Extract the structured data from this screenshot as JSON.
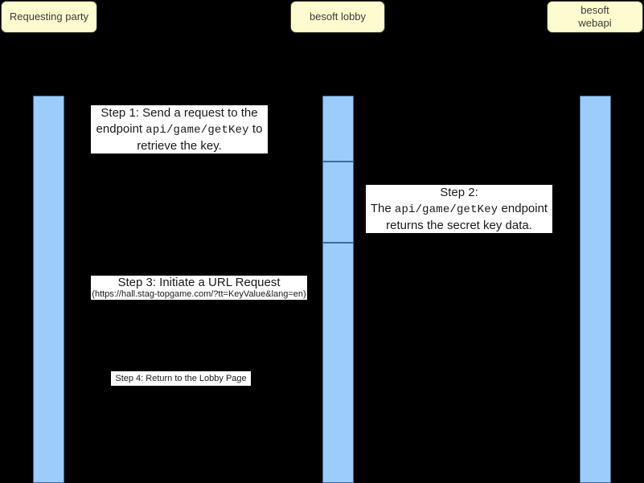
{
  "diagram": {
    "type": "uml-sequence-diagram",
    "background_color": "#000000",
    "participant_fill": "#FCFCCE",
    "lifeline_fill": "#9CCCFC",
    "lifeline_border": "#3C6C9C",
    "message_box_fill": "#FFFFFF"
  },
  "participants": [
    {
      "id": "requesting-party",
      "label": "Requesting party"
    },
    {
      "id": "besoft-lobby",
      "label": "besoft lobby"
    },
    {
      "id": "besoft-webapi",
      "label": "besoft\nwebapi"
    }
  ],
  "messages": [
    {
      "id": "step-1",
      "from": "requesting-party",
      "to": "besoft-lobby",
      "line1_a": "Step 1: Send a request to the",
      "line2_a": "endpoint",
      "line2_mono": "api/game/getKey",
      "line2_b": "to",
      "line3_a": "retrieve the key."
    },
    {
      "id": "step-2",
      "from": "besoft-lobby",
      "to": "besoft-webapi",
      "line1_a": "Step 2:",
      "line2_a": "The",
      "line2_mono": "api/game/getKey",
      "line2_b": "endpoint",
      "line3_a": "returns the secret key data."
    },
    {
      "id": "step-3",
      "from": "requesting-party",
      "to": "besoft-lobby",
      "title": "Step 3: Initiate a URL Request",
      "url": "(https://hall.stag-topgame.com/?tt=KeyValue&lang=en)"
    },
    {
      "id": "step-4",
      "from": "besoft-lobby",
      "to": "requesting-party",
      "title": "Step 4: Return to the Lobby Page"
    }
  ]
}
